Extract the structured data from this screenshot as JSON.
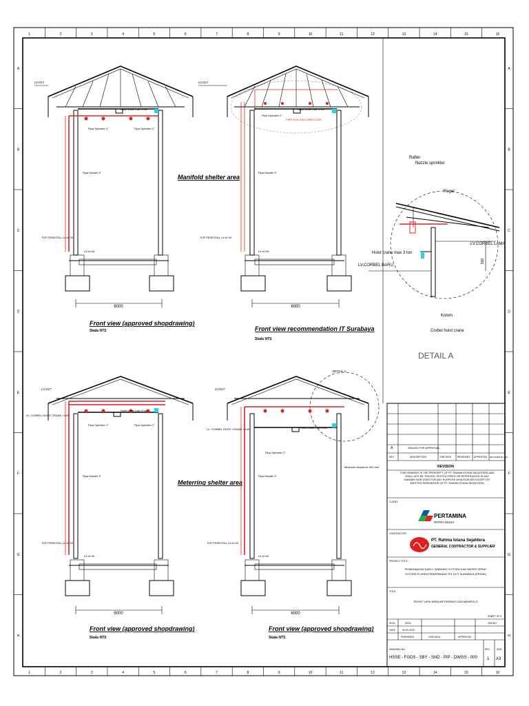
{
  "sheet": {
    "grid_columns": [
      "1",
      "2",
      "3",
      "4",
      "5",
      "6",
      "7",
      "8",
      "9",
      "10",
      "11",
      "12",
      "13",
      "14",
      "15",
      "16"
    ],
    "grid_rows": [
      "A",
      "B",
      "C",
      "D",
      "E",
      "F",
      "G",
      "H"
    ]
  },
  "views": [
    {
      "title": "Front view (approved shopdrawing)",
      "scale": "Skala NTS",
      "dimension": "6000",
      "labels": {
        "lv_roof": "LV.OLT",
        "lv_top": "TOP PEDESTAL LV.±0.00",
        "lv_floor": "LV.±0.00",
        "header": "Pipa Header 4\"",
        "sprinkler_a": "Pipa Sprinkler 2\"",
        "sprinkler_b": "Pipa Sprinkler 2\"",
        "crane": "Hoist crane max 3 ton"
      }
    },
    {
      "title": "Front view recommendation IT Surabaya",
      "scale": "Skala NTS",
      "dimension": "6000",
      "labels": {
        "lv_roof": "LV.OLT",
        "lv_top": "TOP PEDESTAL LV.±0.00",
        "lv_floor": "LV.±0.00",
        "header": "Pipa Header 4\"",
        "sprinkler_a": "Pipa Sprinkler 2\"",
        "sprinkler_b": "",
        "crane": "Hoist crane max 3 ton",
        "note": "PIPE ROUTING DIRECTION"
      }
    },
    {
      "title": "Front view (approved shopdrawing)",
      "scale": "Skala NTS",
      "dimension": "6000",
      "labels": {
        "lv_roof": "LV.OLT",
        "lv_top": "TOP PEDESTAL LV.±0.00",
        "lv_floor": "LV.±0.00",
        "header": "Pipa Header 4\"",
        "sprinkler_a": "Pipa Sprinkler 2\"",
        "sprinkler_b": "Pipa Sprinkler 2\"",
        "crane": "Hoist crane max 3 ton",
        "corbel": "LV. CORBEL HOIST CRANE +4.00"
      }
    },
    {
      "title": "Front view (approved shopdrawing)",
      "scale": "Skala NTS",
      "dimension": "6000",
      "labels": {
        "lv_roof": "LV.OLT",
        "lv_top": "TOP PEDESTAL LV.±0.00",
        "lv_floor": "LV.±0.00",
        "header": "Pipa Header 4\"",
        "sprinkler_a": "Pipa Sprinkler 2\"",
        "sprinkler_b": "",
        "crane": "Hoist crane max 3 ton",
        "corbel": "LV. CORBEL HOIST CRANE +4.00",
        "clearance": "Minimum clearance 500 mm",
        "detail_ref": "DETAIL A"
      }
    }
  ],
  "area_labels": {
    "manifold": "Manifold shelter area",
    "metering": "Meterring shelter area"
  },
  "detail": {
    "title": "DETAIL A",
    "rafter": "Rafter",
    "nozzle": "Nozzle sprinkler",
    "regel": "Regel",
    "hoist": "Hoist crane max 3 ton",
    "corbel_lama": "LV.CORBEL LAMA",
    "corbel_baru": "LV.CORBEL BARU",
    "dim": "500",
    "kolom": "Kolom",
    "corbel_hoist": "Corbel hoist crane"
  },
  "title_block": {
    "revision_row": {
      "rev": "A",
      "description": "ISSUED FOR APPROVAL"
    },
    "revision_headers": [
      "REV",
      "DESCRIPTION",
      "CHECKED",
      "REVIEWED",
      "APPROVED",
      "RETAINED BY/ NO."
    ],
    "revision_title": "REVISION",
    "disclaimer": "THIS DRAWING IS THE PROPERTY OF PT. RAHMA ISTANA SEJAHTERA AND SHALL NOT BE TRACED, PHOTOCOPIED OR REPRODUCED IN ANY MANNER NOR USED FOR ANY PURPOSE WHATSOEVER EXCEPT BY WRITTEN PERMISSION OF PT. RAHMA ISTANA SEJAHTERA",
    "client_label": "CLIENT:",
    "client_name": "PERTAMINA",
    "client_sub": "PATRA NIAGA",
    "contractor_label": "CONTRACTOR:",
    "contractor_name": "PT. Rahma Istana Sejahtera",
    "contractor_sub": "GENERAL CONTRACTOR & SUPPLIER",
    "project_label": "PROJECT TITLE:",
    "project_title_1": "PEMASANGAN EARLY WARNING SYSTEM DAN WATER SPRAY",
    "project_title_2": "SYSTEM DI AREA PENERIMAAN TPL DI IT SURABAYA (PERAK)",
    "title_label": "TITLE:",
    "title": "FRONT VIEW AREA METERRING DAN MANIFOLD",
    "sheet_of": "SHEET OF 8",
    "sign_label": "SIGN",
    "date_label": "DATE",
    "sign_value": "SIGN",
    "job_no": "JOB NO",
    "date_value": "00-00-2020",
    "prepared": "PREPARED",
    "checked": "CHECKED",
    "approved": "APPROVED",
    "drawing_no_label": "DRAWING NO.",
    "drawing_no": "HSSE - FGDS - SBY - SND - PIP - DWGS - 000",
    "rev_label": "REV",
    "rev_value": "1",
    "size_label": "SIZE",
    "size_value": "A3",
    "dash": "-"
  }
}
